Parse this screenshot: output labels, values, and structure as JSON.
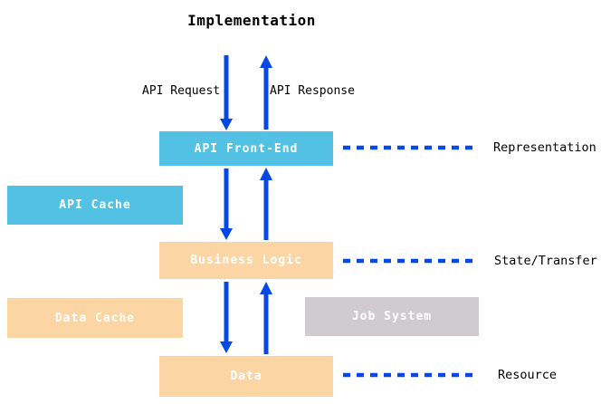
{
  "title": "Implementation",
  "flow_labels": {
    "request": "API Request",
    "response": "API Response"
  },
  "boxes": {
    "api_front_end": {
      "label": "API Front-End",
      "color": "#53C1E3"
    },
    "api_cache": {
      "label": "API Cache",
      "color": "#53C1E3"
    },
    "business_logic": {
      "label": "Business Logic",
      "color": "#FCD5A4"
    },
    "data_cache": {
      "label": "Data Cache",
      "color": "#FCD5A4"
    },
    "job_system": {
      "label": "Job System",
      "color": "#CFCBCF"
    },
    "data": {
      "label": "Data",
      "color": "#FCD5A4"
    }
  },
  "layer_labels": {
    "representation": "Representation",
    "state_transfer": "State/Transfer",
    "resource": "Resource"
  },
  "colors": {
    "arrow_blue": "#0548E6",
    "cyan_box": "#53C1E3",
    "peach_box": "#FCD5A4",
    "gray_box": "#CFCBCF",
    "text": "#000000",
    "box_text": "#FFFFFF"
  }
}
